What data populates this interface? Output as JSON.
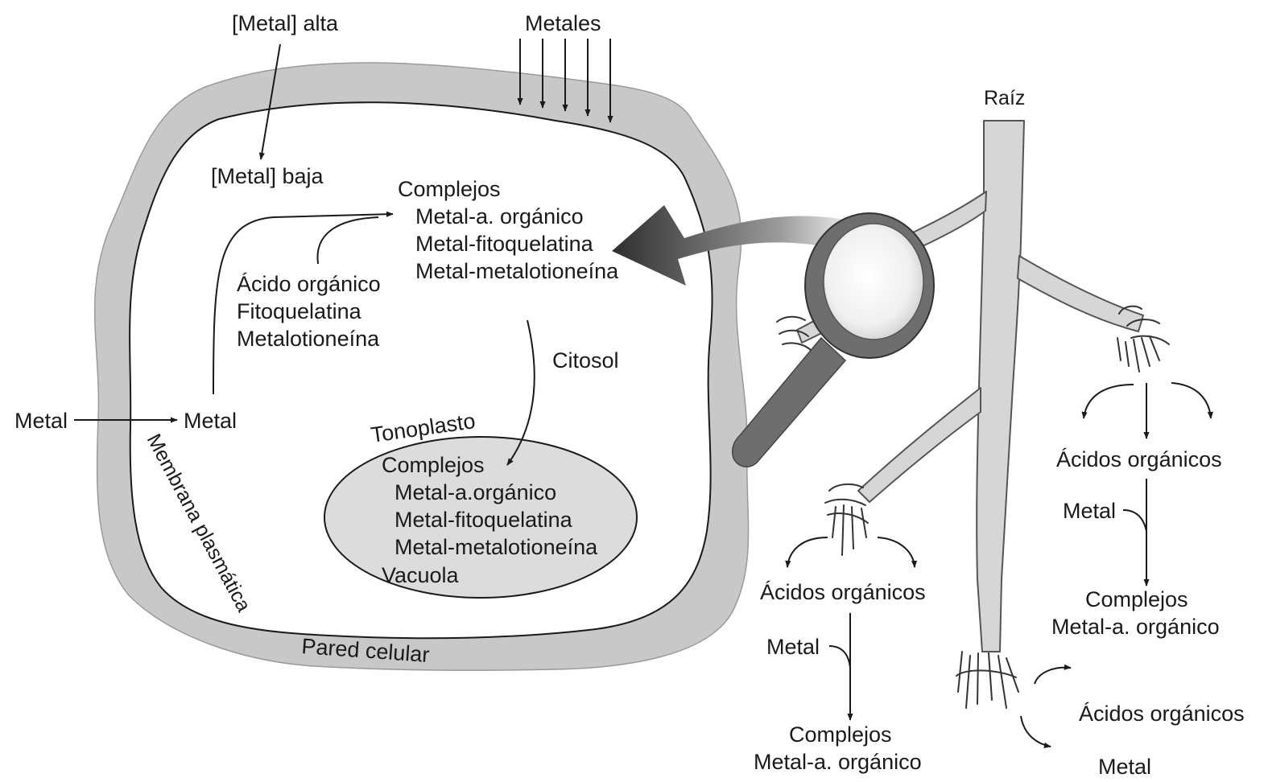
{
  "labels": {
    "metal_alta": "[Metal] alta",
    "metal_baja": "[Metal] baja",
    "metales": "Metales",
    "complejos_cyto": "Complejos",
    "cyto_c1": "Metal-a. orgánico",
    "cyto_c2": "Metal-fitoquelatina",
    "cyto_c3": "Metal-metalotioneína",
    "acido_organico": "Ácido orgánico",
    "fitoquelatina": "Fitoquelatina",
    "metalotioneina": "Metalotioneína",
    "citosol": "Citosol",
    "metal_outside": "Metal",
    "metal_inside": "Metal",
    "tonoplasto": "Tonoplasto",
    "complejos_vac": "Complejos",
    "vac_c1": "Metal-a.orgánico",
    "vac_c2": "Metal-fitoquelatina",
    "vac_c3": "Metal-metalotioneína",
    "vacuola": "Vacuola",
    "membrana": "Membrana plasmática",
    "pared": "Pared celular",
    "raiz": "Raíz",
    "right_acidos": "Ácidos orgánicos",
    "right_metal": "Metal",
    "right_complejos": "Complejos",
    "right_complejos_sub": "Metal-a. orgánico",
    "left_acidos": "Ácidos orgánicos",
    "left_metal": "Metal",
    "left_complejos": "Complejos",
    "left_complejos_sub": "Metal-a. orgánico",
    "tip_acidos": "Ácidos orgánicos",
    "tip_metal": "Metal"
  },
  "colors": {
    "cell_wall": "#c8c8c8",
    "vacuole": "#dcdcdc",
    "magnifier": "#6e6e6e",
    "arrow_dark": "#3a3a3a",
    "root": "#d6d6d6",
    "ink": "#1a1a1a"
  },
  "icons": {
    "magnifier": "magnifying-glass-icon"
  }
}
